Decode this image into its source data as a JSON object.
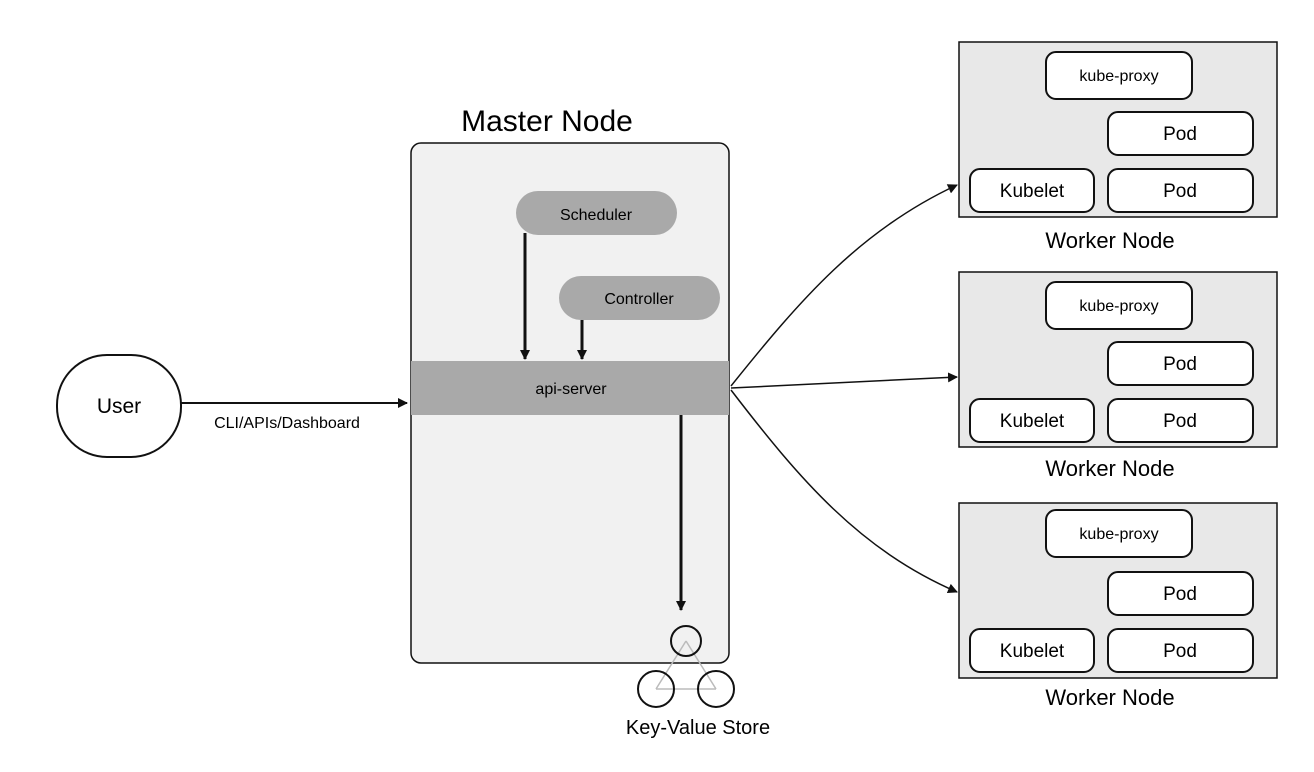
{
  "user": {
    "label": "User"
  },
  "user_link": {
    "label": "CLI/APIs/Dashboard"
  },
  "master": {
    "title": "Master Node",
    "scheduler": "Scheduler",
    "controller": "Controller",
    "api_server": "api-server"
  },
  "kv_store": {
    "label": "Key-Value Store"
  },
  "workers": [
    {
      "title": "Worker Node",
      "kube_proxy": "kube-proxy",
      "kubelet": "Kubelet",
      "pods": [
        "Pod",
        "Pod"
      ]
    },
    {
      "title": "Worker Node",
      "kube_proxy": "kube-proxy",
      "kubelet": "Kubelet",
      "pods": [
        "Pod",
        "Pod"
      ]
    },
    {
      "title": "Worker Node",
      "kube_proxy": "kube-proxy",
      "kubelet": "Kubelet",
      "pods": [
        "Pod",
        "Pod"
      ]
    }
  ],
  "colors": {
    "panel_fill": "#f1f1f1",
    "worker_fill": "#e8e8e8",
    "component_fill": "#a9a9a9",
    "line": "#111111"
  }
}
